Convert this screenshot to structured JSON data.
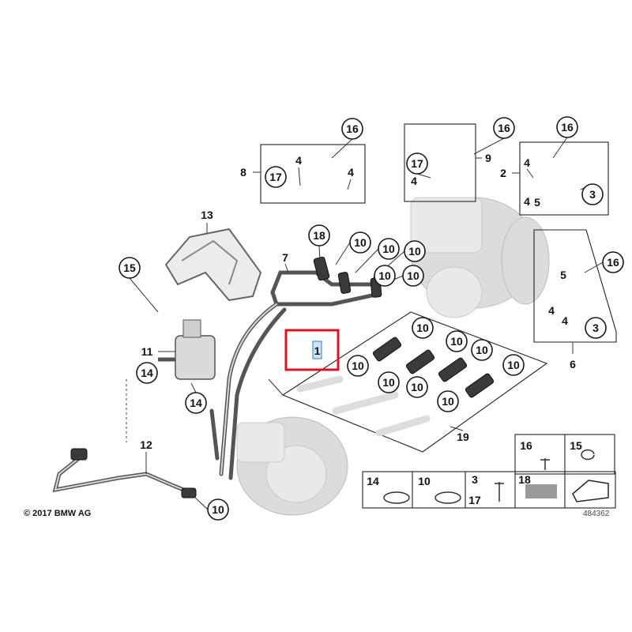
{
  "copyright": "© 2017 BMW AG",
  "diagram_number": "484362",
  "highlighted_part": "1",
  "callouts": [
    "16",
    "4",
    "17",
    "4",
    "8",
    "16",
    "9",
    "17",
    "4",
    "16",
    "4",
    "2",
    "4",
    "5",
    "3",
    "13",
    "18",
    "10",
    "7",
    "10",
    "10",
    "10",
    "10",
    "15",
    "16",
    "5",
    "4",
    "4",
    "3",
    "6",
    "11",
    "14",
    "10",
    "10",
    "10",
    "10",
    "10",
    "10",
    "10",
    "10",
    "19",
    "14",
    "12",
    "10",
    "16",
    "15",
    "14",
    "10",
    "3",
    "17",
    "18"
  ],
  "colors": {
    "highlight": "#e0141e",
    "selected_label": "#2a7fd4"
  }
}
